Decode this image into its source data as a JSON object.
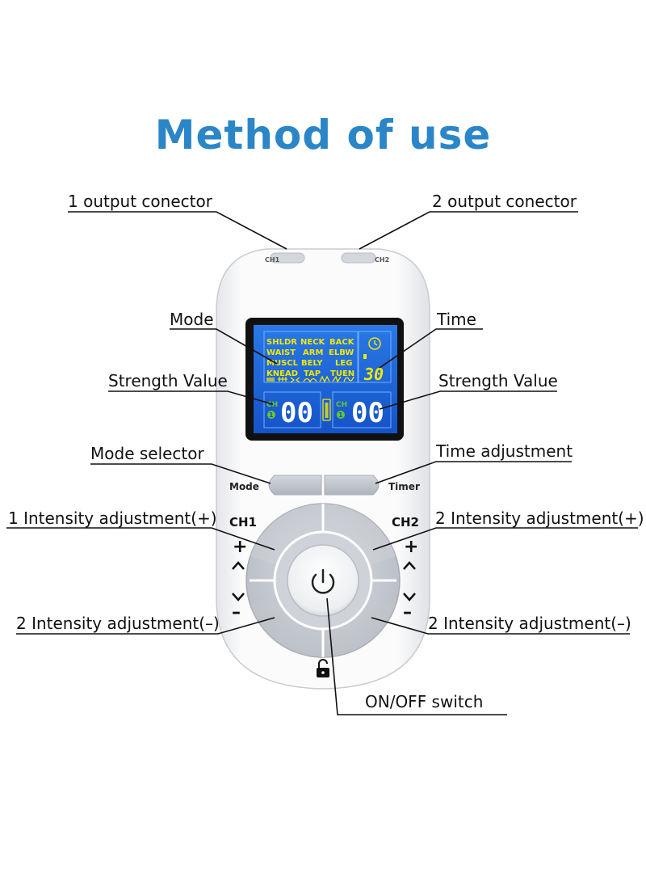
{
  "page_title": "Method of use",
  "labels": {
    "out1": "1 output conector",
    "out2": "2 output conector",
    "mode": "Mode",
    "time": "Time",
    "strength_left": "Strength Value",
    "strength_right": "Strength Value",
    "mode_selector": "Mode selector",
    "time_adjust": "Time adjustment",
    "ch1_plus": "1 Intensity adjustment(+)",
    "ch2_plus": "2 Intensity adjustment(+)",
    "ch1_minus": "2 Intensity adjustment(–)",
    "ch2_minus": "2 Intensity adjustment(–)",
    "onoff": "ON/OFF switch"
  },
  "device": {
    "port1": "CH1",
    "port2": "CH2",
    "button_mode": "Mode",
    "button_timer": "Timer",
    "ch1": "CH1",
    "ch2": "CH2",
    "plus": "+",
    "minus": "–",
    "power_icon": "power-icon",
    "lock_icon": "unlock-icon"
  },
  "lcd": {
    "rows": [
      [
        "SHLDR",
        "NECK",
        "BACK"
      ],
      [
        "WAIST",
        "ARM",
        "ELBW"
      ],
      [
        "MUSCL",
        "BELY",
        "LEG"
      ],
      [
        "KNEAD",
        "TAP",
        "TUEN"
      ]
    ],
    "timer_value": "30",
    "ch1_tag": "CH",
    "ch1_num": "1",
    "ch1_value": "00",
    "ch2_tag": "CH",
    "ch2_num": "1",
    "ch2_value": "00",
    "clock_icon": "clock-icon"
  },
  "colors": {
    "title": "#2b86c8",
    "lcd_bg": "#1f6fe0",
    "lcd_text": "#f2e800",
    "lcd_tag": "#69c82a",
    "button_gray": "#bcc0c8"
  }
}
